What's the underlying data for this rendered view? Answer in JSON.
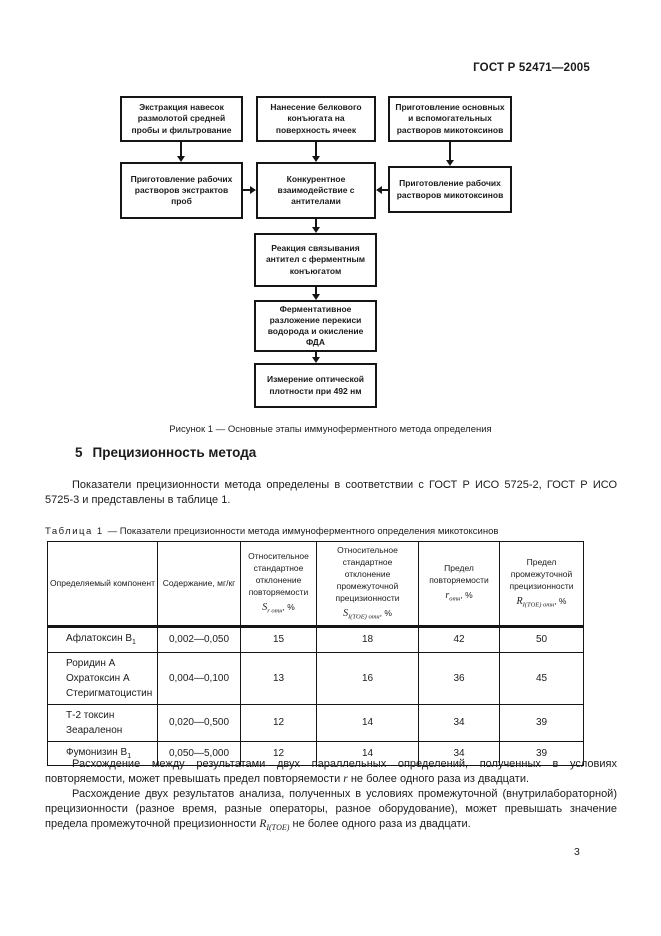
{
  "page": {
    "doc_number": "ГОСТ Р 52471—2005",
    "page_number": "3"
  },
  "figure": {
    "caption": "Рисунок 1 — Основные этапы иммуноферментного метода определения",
    "boxes": [
      {
        "text": "Экстракция навесок размолотой средней пробы и фильтрование"
      },
      {
        "text": "Нанесение белкового конъюгата на поверхность ячеек"
      },
      {
        "text": "Приготовление основных и вспомогательных растворов микотоксинов"
      },
      {
        "text": "Приготовление рабочих растворов экстрактов проб"
      },
      {
        "text": "Конкурентное взаимодействие с антителами"
      },
      {
        "text": "Приготовление рабочих растворов микотоксинов"
      },
      {
        "text": "Реакция связывания антител с ферментным конъюгатом"
      },
      {
        "text": "Ферментативное разложение перекиси водорода и окисление ФДА"
      },
      {
        "text": "Измерение оптической плотности при 492 нм"
      }
    ]
  },
  "section": {
    "number": "5",
    "title": "Прецизионность метода",
    "intro": "Показатели прецизионности метода определены в соответствии с ГОСТ Р ИСО 5725-2, ГОСТ Р ИСО 5725-3 и представлены в таблице 1."
  },
  "table": {
    "caption_label": "Таблица 1",
    "caption_text": "— Показатели прецизионности метода иммуноферментного определения микотоксинов",
    "columns": [
      {
        "label": "Определяемый компонент"
      },
      {
        "label": "Содержание, мг/кг"
      },
      {
        "label": "Относительное стандартное отклонение повторяемости",
        "formula": {
          "var": "S",
          "sub": "r отн",
          "suffix": ", %"
        }
      },
      {
        "label": "Относительное стандартное отклонение промежуточной прецизионности",
        "formula": {
          "var": "S",
          "sub": "I(ТОЕ) отн",
          "suffix": ", %"
        }
      },
      {
        "label": "Предел повторяемости",
        "formula": {
          "var": "r",
          "sub": "отн",
          "suffix": ", %"
        }
      },
      {
        "label": "Предел промежуточной прецизионности",
        "formula": {
          "var": "R",
          "sub": "I(ТОЕ) отн",
          "suffix": ", %"
        }
      }
    ],
    "rows": [
      {
        "component": [
          {
            "text": "Афлатоксин В",
            "sub": "1"
          }
        ],
        "values": [
          "0,002—0,050",
          "15",
          "18",
          "42",
          "50"
        ]
      },
      {
        "component": [
          {
            "text": "Роридин А"
          },
          {
            "text": "Охратоксин А"
          },
          {
            "text": "Стеригматоцистин"
          }
        ],
        "values": [
          "0,004—0,100",
          "13",
          "16",
          "36",
          "45"
        ]
      },
      {
        "component": [
          {
            "text": "Т-2 токсин"
          },
          {
            "text": "Зеараленон"
          }
        ],
        "values": [
          "0,020—0,500",
          "12",
          "14",
          "34",
          "39"
        ]
      },
      {
        "component": [
          {
            "text": "Фумонизин В",
            "sub": "1"
          }
        ],
        "values": [
          "0,050—5,000",
          "12",
          "14",
          "34",
          "39"
        ]
      }
    ]
  },
  "closing_paragraphs": [
    {
      "segments": [
        {
          "text": "Расхождение между результатами двух параллельных определений, полученных в условиях повторяемости, может превышать предел повторяемости "
        },
        {
          "text": "r",
          "style": "var"
        },
        {
          "text": " не более одного раза из двадцати."
        }
      ]
    },
    {
      "segments": [
        {
          "text": "Расхождение двух результатов анализа, полученных в условиях промежуточной (внутрилабора­торной) прецизионности (разное время, разные операторы, разное оборудование), может превышать значение предела промежуточной прецизионности "
        },
        {
          "text": "R",
          "style": "var"
        },
        {
          "text": "I(ТОЕ)",
          "style": "var-sub"
        },
        {
          "text": " не более одного раза из двадцати."
        }
      ]
    }
  ]
}
